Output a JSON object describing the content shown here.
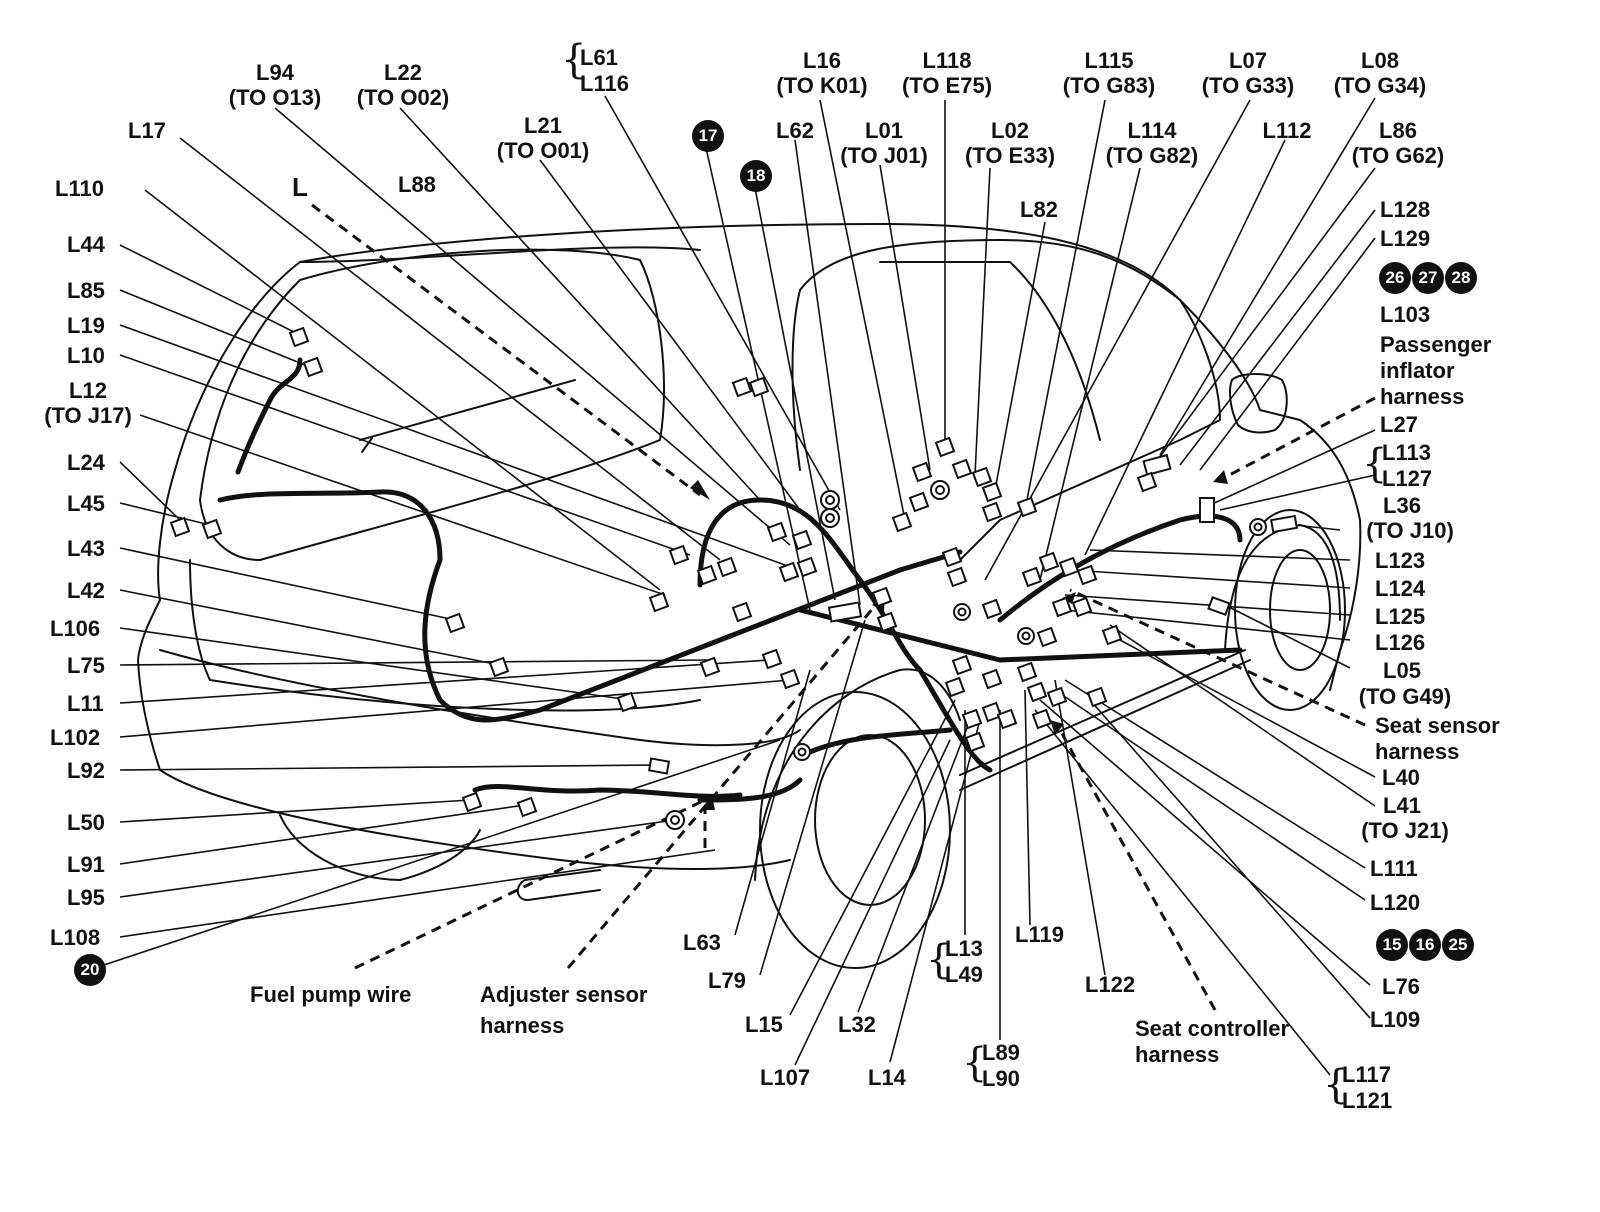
{
  "labels": {
    "L94": "L94",
    "L94_to": "(TO O13)",
    "L22": "L22",
    "L22_to": "(TO O02)",
    "L61": "L61",
    "L116": "L116",
    "L21": "L21",
    "L21_to": "(TO O01)",
    "L16": "L16",
    "L16_to": "(TO K01)",
    "L118": "L118",
    "L118_to": "(TO E75)",
    "L115": "L115",
    "L115_to": "(TO G83)",
    "L07": "L07",
    "L07_to": "(TO G33)",
    "L08": "L08",
    "L08_to": "(TO G34)",
    "L17": "L17",
    "L62": "L62",
    "L01": "L01",
    "L01_to": "(TO J01)",
    "L02": "L02",
    "L02_to": "(TO E33)",
    "L114": "L114",
    "L114_to": "(TO G82)",
    "L112": "L112",
    "L86": "L86",
    "L86_to": "(TO G62)",
    "L110": "L110",
    "L88": "L88",
    "L": "L",
    "L82": "L82",
    "L128": "L128",
    "L129": "L129",
    "L44": "L44",
    "L85": "L85",
    "L19": "L19",
    "L10": "L10",
    "L12": "L12",
    "L12_to": "(TO J17)",
    "L103": "L103",
    "passenger_1": "Passenger",
    "passenger_2": "inflator",
    "passenger_3": "harness",
    "L27": "L27",
    "L113": "L113",
    "L127": "L127",
    "L24": "L24",
    "L45": "L45",
    "L36": "L36",
    "L36_to": "(TO J10)",
    "L43": "L43",
    "L123": "L123",
    "L124": "L124",
    "L42": "L42",
    "L125": "L125",
    "L106": "L106",
    "L126": "L126",
    "L75": "L75",
    "L05": "L05",
    "L05_to": "(TO G49)",
    "L11": "L11",
    "seat_sensor_1": "Seat sensor",
    "seat_sensor_2": "harness",
    "L102": "L102",
    "L40": "L40",
    "L92": "L92",
    "L41": "L41",
    "L41_to": "(TO J21)",
    "L50": "L50",
    "L111": "L111",
    "L91": "L91",
    "L95": "L95",
    "L120": "L120",
    "L108": "L108",
    "L63": "L63",
    "L13": "L13",
    "L49": "L49",
    "L119": "L119",
    "L79": "L79",
    "L122": "L122",
    "L76": "L76",
    "fuel_pump": "Fuel pump wire",
    "adjuster_1": "Adjuster sensor",
    "adjuster_2": "harness",
    "L15": "L15",
    "L32": "L32",
    "seat_ctrl_1": "Seat controller",
    "seat_ctrl_2": "harness",
    "L109": "L109",
    "L89": "L89",
    "L90": "L90",
    "L107": "L107",
    "L14": "L14",
    "L117": "L117",
    "L121": "L121"
  },
  "badges": {
    "b17": "17",
    "b18": "18",
    "b20": "20",
    "b26": "26",
    "b27": "27",
    "b28": "28",
    "b15": "15",
    "b16": "16",
    "b25": "25"
  }
}
